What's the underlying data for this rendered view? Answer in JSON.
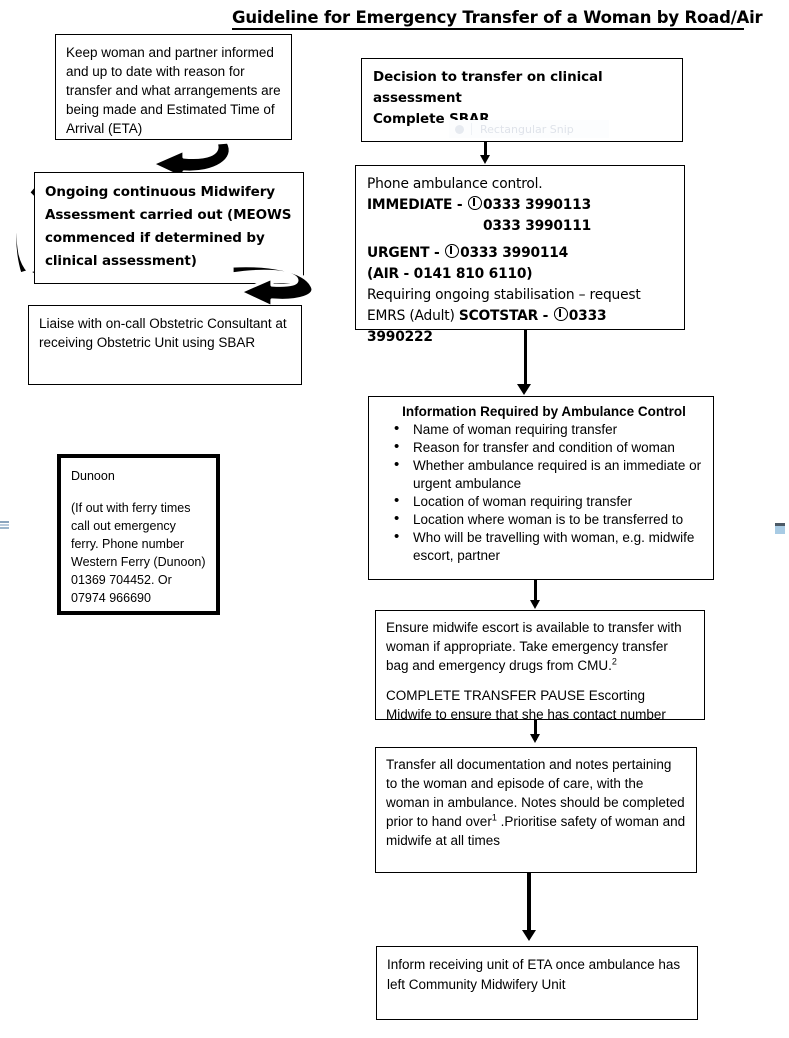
{
  "document": {
    "title": "Guideline for Emergency Transfer of a Woman by Road/Air"
  },
  "left_column": {
    "keep_informed_box": {
      "text": "Keep woman and partner informed and up to date with reason for transfer and what arrangements are being made and Estimated Time of Arrival (ETA)"
    },
    "ongoing_assessment_box": {
      "text": "Ongoing continuous Midwifery Assessment carried out (MEOWS commenced if determined by clinical assessment)"
    },
    "liaise_box": {
      "text": "Liaise with on-call Obstetric Consultant at receiving Obstetric Unit using SBAR"
    },
    "dunoon_box": {
      "heading": "Dunoon",
      "text": "(If out with ferry times call out emergency ferry. Phone number Western Ferry (Dunoon) 01369 704452. Or 07974 966690"
    }
  },
  "right_column": {
    "decision_box": {
      "line1": "Decision to transfer on clinical assessment",
      "line2": "Complete SBAR"
    },
    "ambulance_box": {
      "line_phone": "Phone ambulance control.",
      "immediate_label": "IMMEDIATE - ",
      "immediate_number": "0333 3990113",
      "immediate_number_2": "0333 3990111",
      "urgent_label": "URGENT - ",
      "urgent_number": "0333 3990114",
      "air_line": "(AIR - 0141 810 6110)",
      "stabilisation_line": "Requiring ongoing stabilisation – request",
      "emrs_prefix": "EMRS (Adult) ",
      "emrs_label": "SCOTSTAR - ",
      "emrs_number": "0333 3990222"
    },
    "info_required_box": {
      "heading": "Information Required by Ambulance Control",
      "bullets": [
        "Name of woman requiring transfer",
        "Reason for transfer and condition of woman",
        "Whether ambulance required is an immediate or urgent ambulance",
        "Location of woman requiring transfer",
        "Location where woman is to be transferred to",
        "Who will be travelling with woman, e.g. midwife escort, partner"
      ]
    },
    "escort_box": {
      "para1_a": "Ensure midwife escort is available to transfer with woman if appropriate. Take emergency transfer bag and emergency drugs from CMU.",
      "para1_sup": "2",
      "para2": "COMPLETE TRANSFER PAUSE Escorting Midwife to ensure that she has contact number"
    },
    "documentation_box": {
      "text_a": "Transfer all documentation and notes pertaining to the woman and episode of care, with the woman in ambulance.  Notes should be completed prior to hand over",
      "sup": "1",
      "text_b": " .Prioritise safety of woman and midwife at all times"
    },
    "inform_box": {
      "text": "Inform receiving unit of ETA once ambulance has left Community Midwifery Unit"
    }
  },
  "artifacts": {
    "snip_label": "Rectangular Snip"
  },
  "colors": {
    "ink": "#000000",
    "page": "#ffffff",
    "snip_text": "#dfe3ea",
    "edge_marker": "#a8cbe4"
  }
}
